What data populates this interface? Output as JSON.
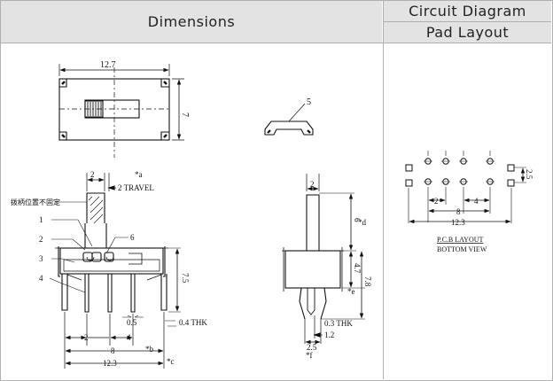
{
  "header": {
    "dimensions": "Dimensions",
    "circuit_diagram": "Circuit Diagram",
    "pad_layout": "Pad Layout"
  },
  "top_view": {
    "width": "12.7",
    "height": "7"
  },
  "end_view": {
    "callout": "5"
  },
  "side_view": {
    "d_pitch": "2",
    "travel": "2 TRAVEL",
    "note_a": "*a",
    "chinese_note": "拨柄位置不固定",
    "callouts": [
      "1",
      "2",
      "3",
      "4",
      "6"
    ],
    "height": "7.5",
    "d_pin_width": "0.5",
    "thk": "0.4 THK",
    "d_pitch_2": "2",
    "d_pitch_4": "4",
    "d_8": "8",
    "note_b": "*b",
    "d_12_3": "12.3",
    "note_c": "*c"
  },
  "front_view": {
    "d_lever": "2",
    "d_6": "6",
    "note_d": "*d",
    "d_4_7": "4.7",
    "d_7_8": "7.8",
    "note_e": "*e",
    "thk": "0.3 THK",
    "d_1_2": "1.2",
    "d_2_5": "2.5",
    "note_f": "*f"
  },
  "pcb_layout": {
    "d_2_5": "2.5",
    "d_2": "2",
    "d_4": "4",
    "d_8": "8",
    "d_12_3": "12.3",
    "title": "P.C.B LAYOUT",
    "subtitle": "BOTTOM VIEW"
  }
}
